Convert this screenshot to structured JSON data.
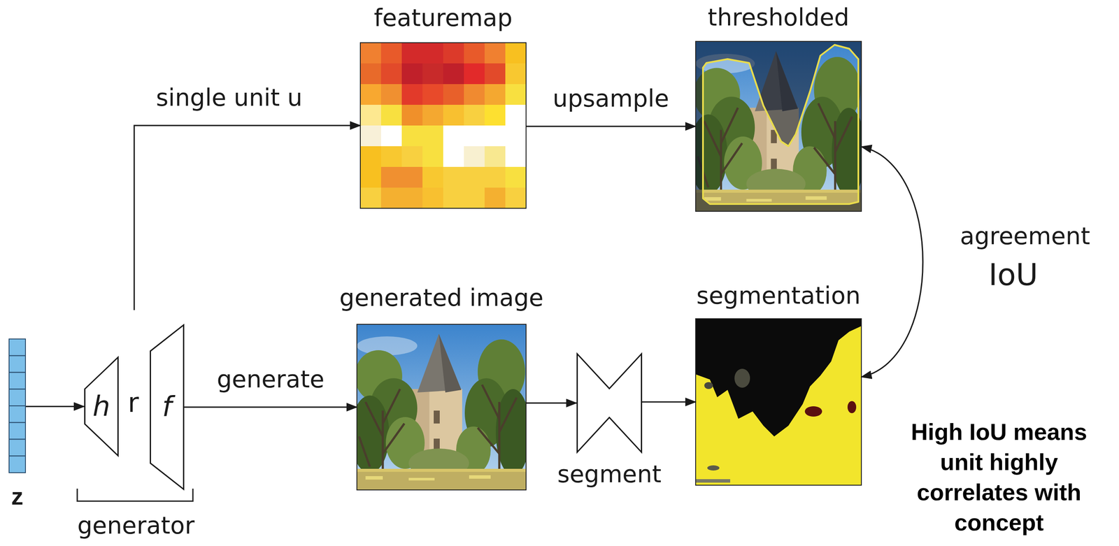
{
  "diagram": {
    "nodes": [
      {
        "text": [
          "z"
        ]
      },
      {
        "text": [
          "generator"
        ]
      },
      {
        "text": [
          "h"
        ],
        "in": 1
      },
      {
        "text": [
          "f"
        ],
        "in": 1
      },
      {
        "text": [
          "featuremap"
        ]
      },
      {
        "text": [
          "thresholded"
        ]
      },
      {
        "text": [
          "generated image"
        ]
      },
      {
        "text": [
          "segment"
        ]
      },
      {
        "text": [
          "segmentation"
        ]
      }
    ],
    "edges": [
      {
        "from": 0,
        "to": 2,
        "arrow": "to"
      },
      {
        "from": 1,
        "to": 4,
        "label": "single unit u",
        "arrow": "to"
      },
      {
        "from": 3,
        "to": 6,
        "label": "generate",
        "arrow": "to"
      },
      {
        "from": 4,
        "to": 5,
        "label": "upsample",
        "arrow": "to"
      },
      {
        "from": 6,
        "to": 7,
        "arrow": "to"
      },
      {
        "from": 7,
        "to": 8,
        "arrow": "to"
      },
      {
        "from": 5,
        "to": 8,
        "label": "agreement",
        "arrow": "both"
      }
    ],
    "labels": [
      "r",
      "IoU",
      "High IoU means unit highly correlates with concept"
    ]
  }
}
